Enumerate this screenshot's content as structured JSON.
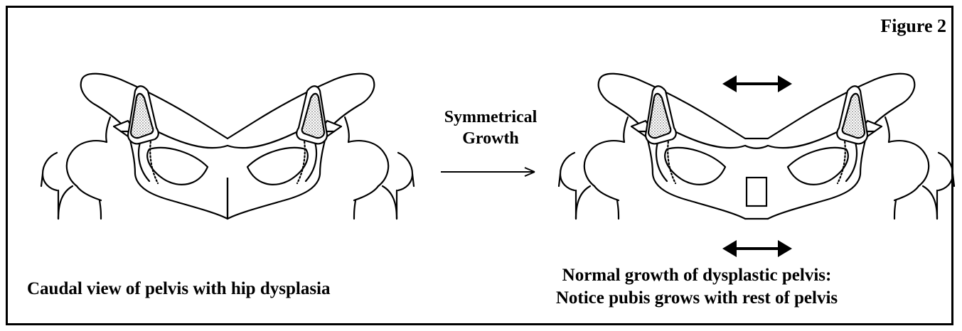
{
  "figure": {
    "label": "Figure 2",
    "transition_label_line1": "Symmetrical",
    "transition_label_line2": "Growth",
    "left_caption": "Caudal view of pelvis with hip dysplasia",
    "right_caption_line1": "Normal growth of dysplastic pelvis:",
    "right_caption_line2": "Notice pubis grows with rest of pelvis"
  },
  "colors": {
    "ink": "#000000",
    "background": "#ffffff",
    "stipple": "#bdbdbd"
  }
}
